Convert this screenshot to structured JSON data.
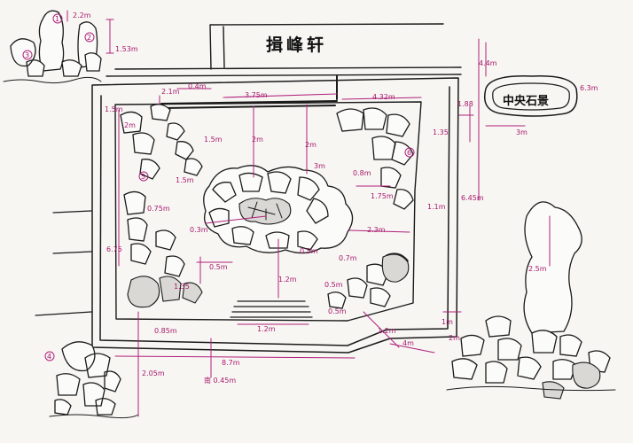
{
  "pavilion": {
    "name": "揖峰轩"
  },
  "feature": {
    "name": "中央石景"
  },
  "markers": [
    "1",
    "3",
    "2",
    "4",
    "5",
    "6"
  ],
  "dims": [
    "2.2m",
    "1.53m",
    "2.1m",
    "0.4m",
    "3.75m",
    "4.32m",
    "4.4m",
    "6.3m",
    "1.88",
    "3m",
    "1.35",
    "1.5m",
    "2m",
    "1.5m",
    "2m",
    "2m",
    "1.5m",
    "3m",
    "0.8m",
    "1.75m",
    "1.1m",
    "6.45m",
    "0.75m",
    "0.3m",
    "2.3m",
    "6.75",
    "0.5m",
    "0.5m",
    "0.7m",
    "1.35",
    "1.2m",
    "0.5m",
    "2.5m",
    "0.5m",
    "0.85m",
    "1.2m",
    "1.2m",
    "4m",
    "1m",
    "2m",
    "8.7m",
    "2.05m",
    "南 0.45m"
  ],
  "colors": {
    "ink": "#1a1a1a",
    "annotation": "#b0207a",
    "paper": "#f7f6f3"
  }
}
